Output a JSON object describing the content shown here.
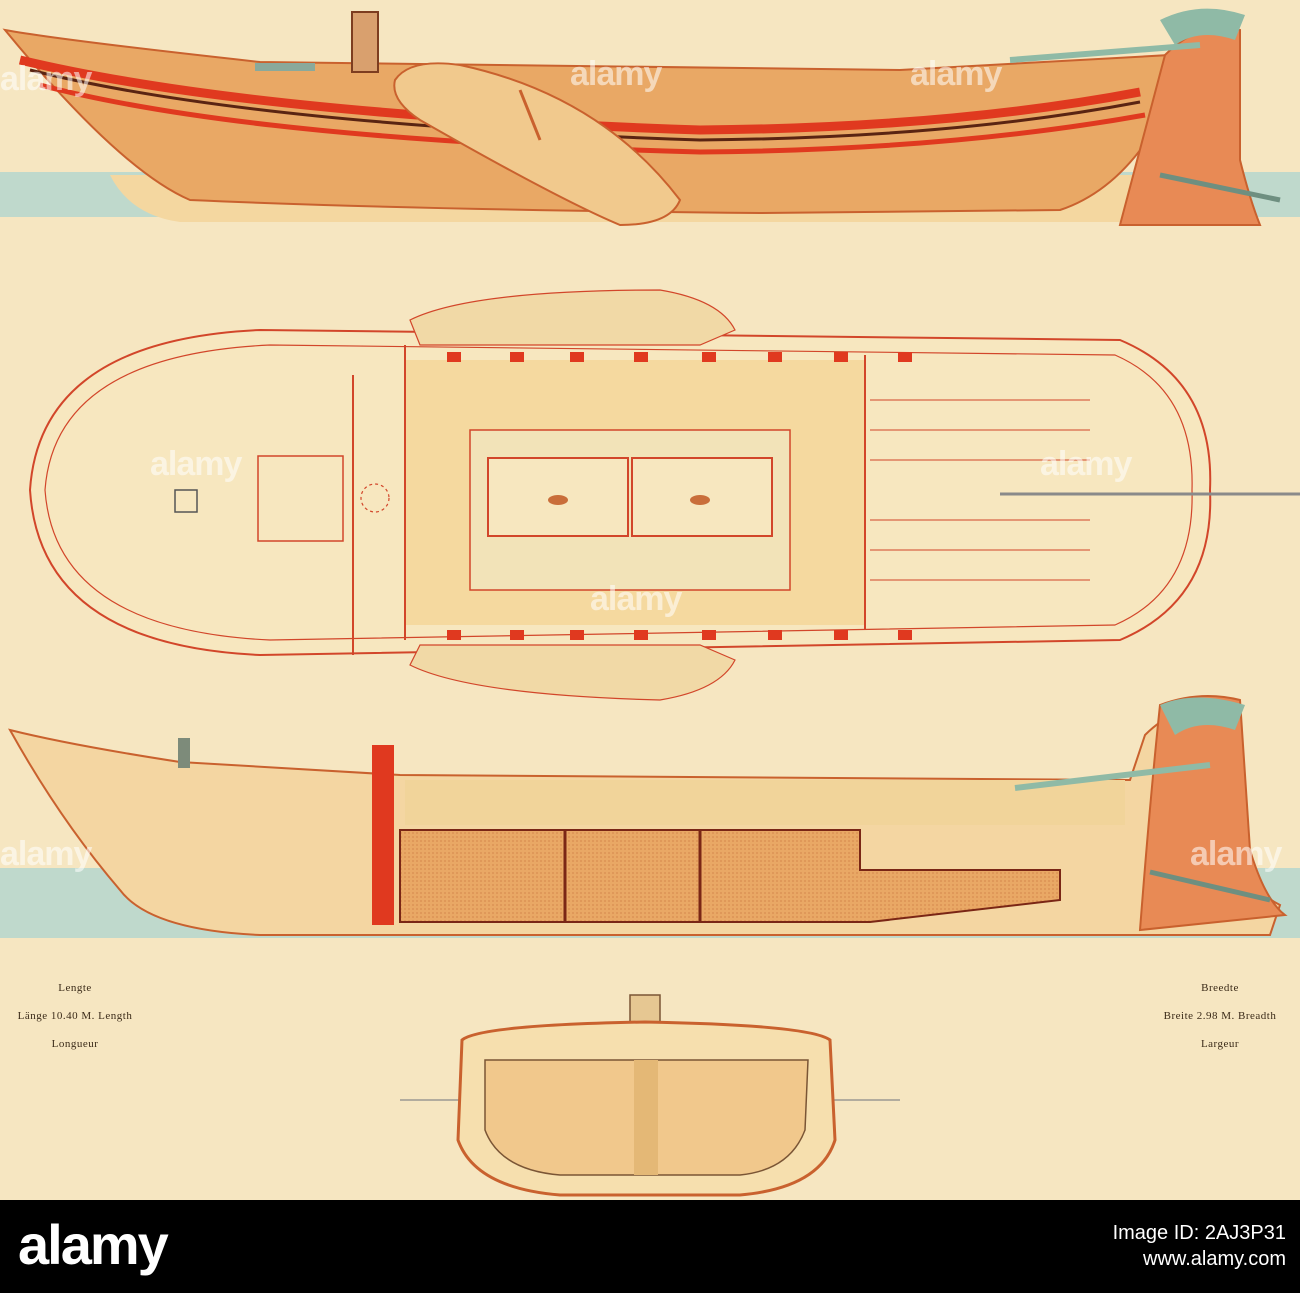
{
  "dimensions": {
    "length": {
      "nl": "Lengte",
      "de": "Länge",
      "value": "10.40 M.",
      "en": "Length",
      "fr": "Longueur"
    },
    "width": {
      "nl": "Breedte",
      "de": "Breite",
      "value": "2.98 M.",
      "en": "Breadth",
      "fr": "Largeur"
    }
  },
  "watermark": {
    "text": "alamy"
  },
  "footer": {
    "logo": "alamy",
    "image_id_label": "Image ID: 2AJ3P31",
    "site": "www.alamy.com"
  },
  "colors": {
    "paper": "#f6e6c1",
    "hull": "#e7a45f",
    "red": "#e0391f",
    "light_wood": "#f5d9a2",
    "dark_wood": "#c98a4d",
    "water": "#bcd7cc",
    "outline": "#d2462a"
  }
}
